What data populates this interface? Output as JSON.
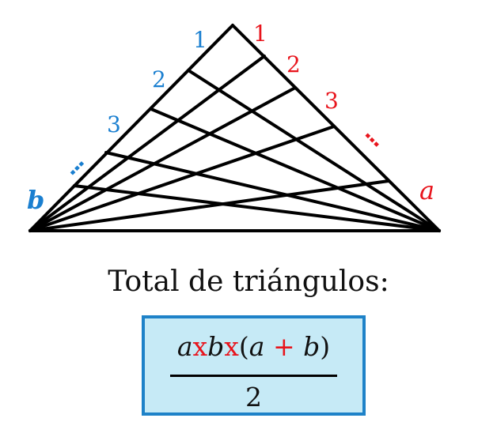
{
  "diagram": {
    "left_labels": [
      "1",
      "2",
      "3"
    ],
    "right_labels": [
      "1",
      "2",
      "3"
    ],
    "left_dots": "⋮",
    "right_dots": "⋮",
    "left_var": "b",
    "right_var": "a",
    "colors": {
      "left": "#1a7fd0",
      "right": "#e8141c",
      "lines": "#000000"
    }
  },
  "caption": "Total de triángulos:",
  "formula": {
    "a1": "a",
    "x1": "x",
    "b1": "b",
    "x2": "x",
    "open": "(",
    "a2": "a",
    "plus": " + ",
    "b2": "b",
    "close": ")",
    "denominator": "2",
    "box_bg": "#c6eaf6",
    "box_border": "#1e82c8"
  }
}
